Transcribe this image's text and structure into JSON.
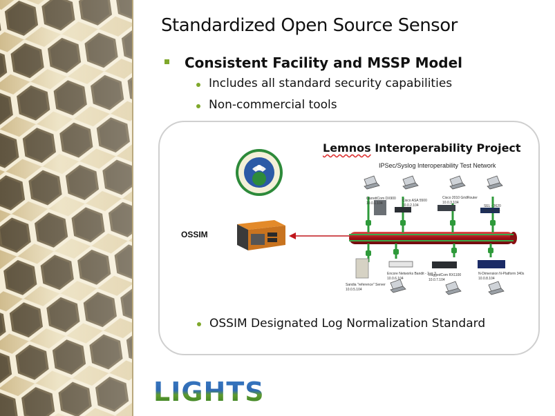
{
  "slide": {
    "title": "Standardized Open Source Sensor",
    "bullet1": "Consistent Facility and MSSP Model",
    "sub_bullets": [
      "Includes all standard security capabilities",
      "Non-commercial tools"
    ],
    "panel": {
      "project_title_prefix": "Lemnos",
      "project_title_rest": " Interoperability Project",
      "network_title": "IPSec/Syslog Interoperability Test Network",
      "ossim_label": "OSSIM",
      "devices_top": [
        {
          "name": "GarrettCom DX900",
          "ip": "10.0.1.104"
        },
        {
          "name": "Cisco ASA 5500",
          "ip": "10.0.2.104"
        },
        {
          "name": "Cisco 2010 GridRouter",
          "ip": "10.0.3.104"
        },
        {
          "name": "SEL - 3620",
          "ip": "10.0.4.104"
        }
      ],
      "devices_bottom": [
        {
          "name": "Sandia \"reference\" Server",
          "ip": "10.0.5.104"
        },
        {
          "name": "Encore Networks Bandit - 2 or 3",
          "ip": "10.0.6.104"
        },
        {
          "name": "RuggedCom RX1100",
          "ip": "10.0.7.104"
        },
        {
          "name": "N-Dimension N-Platform 340s",
          "ip": "10.0.8.104"
        }
      ],
      "bottom_bullet": "OSSIM Designated Log Normalization Standard"
    },
    "logo_text": "LIGHTS",
    "colors": {
      "bullet_green": "#7fa82c",
      "pipe_red": "#c0161c",
      "link_green": "#2e9a3a"
    }
  }
}
